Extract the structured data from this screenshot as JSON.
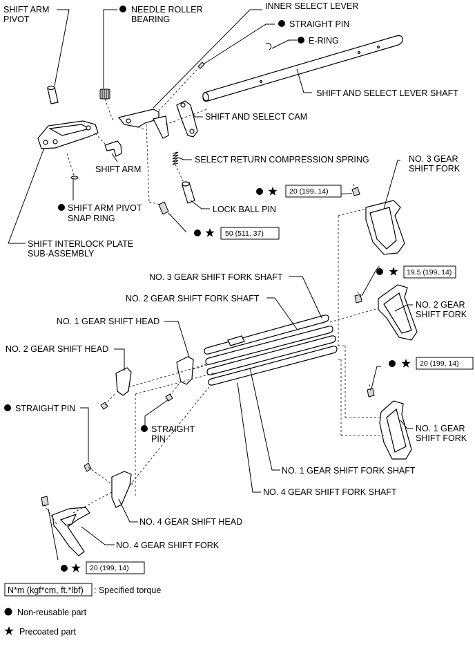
{
  "labels": {
    "shift_arm_pivot": [
      "SHIFT ARM",
      "PIVOT"
    ],
    "needle_roller_bearing": [
      "NEEDLE ROLLER",
      "BEARING"
    ],
    "inner_select_lever": "INNER SELECT LEVER",
    "straight_pin_top": "STRAIGHT PIN",
    "e_ring": "E-RING",
    "shift_select_lever_shaft": "SHIFT AND SELECT LEVER SHAFT",
    "shift_select_cam": "SHIFT AND SELECT CAM",
    "select_return_spring": "SELECT RETURN COMPRESSION SPRING",
    "shift_arm": "SHIFT ARM",
    "no3_gear_shift_fork": [
      "NO. 3 GEAR",
      "SHIFT FORK"
    ],
    "lock_ball_pin": "LOCK BALL PIN",
    "shift_arm_pivot_snap_ring": [
      "SHIFT ARM PIVOT",
      "SNAP RING"
    ],
    "shift_interlock_plate": [
      "SHIFT INTERLOCK PLATE",
      "SUB-ASSEMBLY"
    ],
    "no3_gear_shift_fork_shaft": "NO. 3 GEAR SHIFT FORK SHAFT",
    "no2_gear_shift_fork_shaft": "NO. 2 GEAR SHIFT FORK SHAFT",
    "no2_gear_shift_fork": [
      "NO. 2 GEAR",
      "SHIFT FORK"
    ],
    "no1_gear_shift_head": "NO. 1 GEAR SHIFT HEAD",
    "no2_gear_shift_head": "NO. 2 GEAR SHIFT HEAD",
    "straight_pin_left": "STRAIGHT PIN",
    "straight_pin_mid": [
      "STRAIGHT",
      "PIN"
    ],
    "no1_gear_shift_fork": [
      "NO. 1 GEAR",
      "SHIFT FORK"
    ],
    "no1_gear_shift_fork_shaft": "NO. 1 GEAR SHIFT FORK SHAFT",
    "no4_gear_shift_fork_shaft": "NO. 4 GEAR SHIFT FORK SHAFT",
    "no4_gear_shift_head": "NO. 4 GEAR SHIFT HEAD",
    "no4_gear_shift_fork": "NO. 4 GEAR SHIFT FORK"
  },
  "torques": {
    "no3_fork_bolt": "20 (199, 14)",
    "lock_ball_pin": "50 (511, 37)",
    "no2_fork_bolt": "19.5 (199, 14)",
    "no1_fork_bolt": "20 (199, 14)",
    "no4_fork_bolt": "20 (199, 14)"
  },
  "legend": {
    "torque_unit": "N*m (kgf*cm, ft.*lbf)",
    "torque_desc": ": Specified torque",
    "non_reusable": "Non-reusable part",
    "precoated": "Precoated part"
  },
  "symbols": {
    "non_reusable": "filled-circle",
    "precoated": "filled-star"
  }
}
